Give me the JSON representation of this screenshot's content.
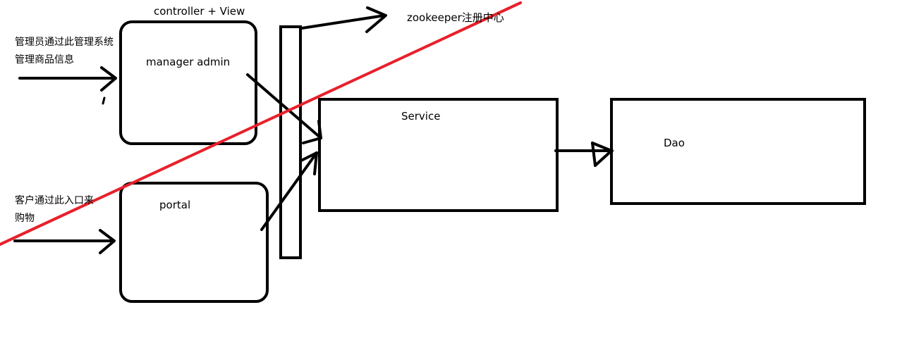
{
  "labels": {
    "controller_view": "controller + View",
    "manager_admin": "manager admin",
    "portal": "portal",
    "service": "Service",
    "dao": "Dao",
    "zookeeper": "zookeeper注册中心",
    "admin_desc_line1": "管理员通过此管理系统",
    "admin_desc_line2": "管理商品信息",
    "customer_desc_line1": "客户通过此入口来",
    "customer_desc_line2": "购物"
  },
  "colors": {
    "stroke": "#000000",
    "strike_line": "#e8202a"
  }
}
